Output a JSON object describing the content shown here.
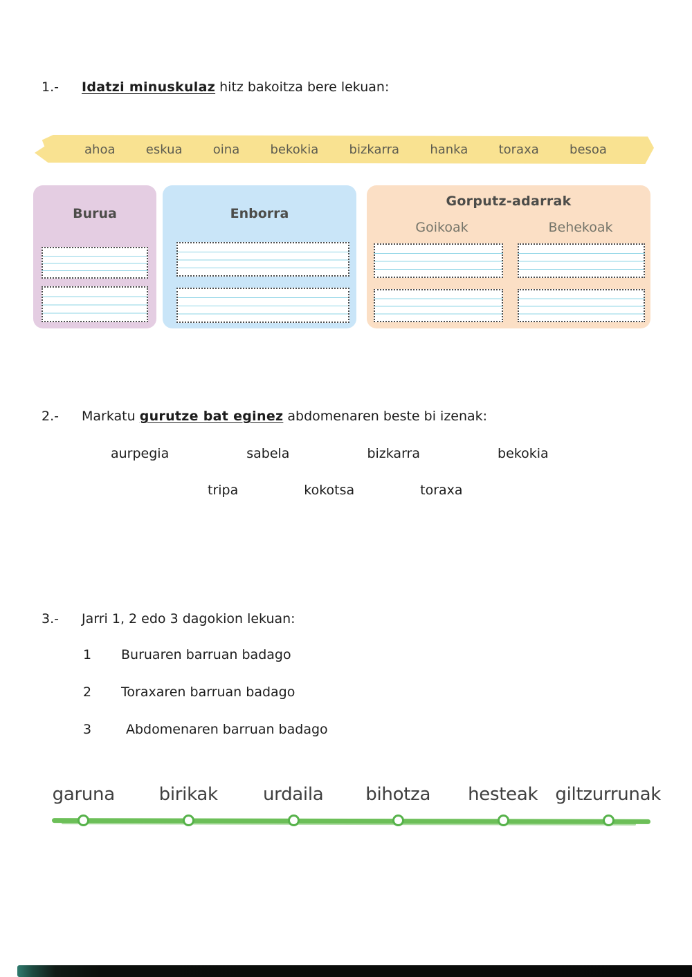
{
  "exercise1": {
    "number": "1.-",
    "instruction_bold": "Idatzi minuskulaz",
    "instruction_rest": " hitz bakoitza bere lekuan:",
    "word_bank": [
      "ahoa",
      "eskua",
      "oina",
      "bekokia",
      "bizkarra",
      "hanka",
      "toraxa",
      "besoa"
    ],
    "box_burua": "Burua",
    "box_enborra": "Enborra",
    "box_gorputz": "Gorputz-adarrak",
    "col_goikoak": "Goikoak",
    "col_behekoak": "Behekoak"
  },
  "exercise2": {
    "number": "2.-",
    "instruction_pre": "Markatu ",
    "instruction_bold": "gurutze bat eginez",
    "instruction_rest": " abdomenaren beste bi izenak:",
    "options_row1": [
      "aurpegia",
      "sabela",
      "bizkarra",
      "bekokia"
    ],
    "options_row2": [
      "tripa",
      "kokotsa",
      "toraxa"
    ]
  },
  "exercise3": {
    "number": "3.-",
    "instruction": "Jarri 1, 2 edo 3 dagokion lekuan:",
    "items": [
      {
        "num": "1",
        "text": "Buruaren barruan badago"
      },
      {
        "num": "2",
        "text": "Toraxaren barruan badago"
      },
      {
        "num": "3",
        "text": "Abdomenaren barruan badago"
      }
    ],
    "organ_labels": [
      "garuna",
      "birikak",
      "urdaila",
      "bihotza",
      "hesteak",
      "giltzurrunak"
    ]
  },
  "colors": {
    "highlight_yellow": "#f9e291",
    "box_purple": "#e4cde2",
    "box_blue": "#c9e5f8",
    "box_orange": "#fbdfc5",
    "guide_line_blue": "#8ed4e6",
    "answer_line_green": "#6cbf58"
  }
}
